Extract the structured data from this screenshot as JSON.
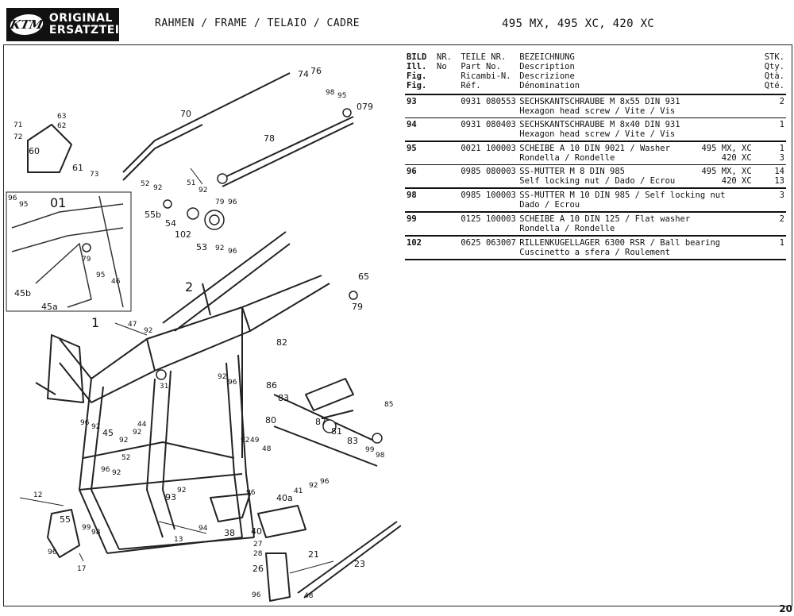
{
  "header": {
    "logo_mark": "KTM",
    "logo_text_1": "ORIGINAL",
    "logo_text_2": "ERSATZTEILE",
    "title": "RAHMEN / FRAME / TELAIO / CADRE",
    "models": "495 MX, 495 XC, 420 XC"
  },
  "page_number": "20",
  "table": {
    "headers": {
      "fig": [
        "BILD",
        "Ill.",
        "Fig.",
        "Fig."
      ],
      "nr": [
        "NR.",
        "No",
        "",
        ""
      ],
      "part": [
        "TEILE NR.",
        "Part No.",
        "Ricambi-N.",
        "Réf."
      ],
      "desc": [
        "BEZEICHNUNG",
        "Description",
        "Descrizione",
        "Dénomination"
      ],
      "qty": [
        "STK.",
        "Qty.",
        "Qtà.",
        "Qté."
      ]
    },
    "rows": [
      {
        "fig": "93",
        "part": "0931 080553",
        "desc": [
          "SECHSKANTSCHRAUBE M 8x55 DIN 931",
          "Hexagon head screw / Vite / Vis"
        ],
        "variant": [
          "",
          ""
        ],
        "qty": [
          "2",
          ""
        ]
      },
      {
        "fig": "94",
        "part": "0931 080403",
        "desc": [
          "SECHSKANTSCHRAUBE M 8x40 DIN 931",
          "Hexagon head screw / Vite / Vis"
        ],
        "variant": [
          "",
          ""
        ],
        "qty": [
          "1",
          ""
        ]
      },
      {
        "fig": "95",
        "part": "0021 100003",
        "desc": [
          "SCHEIBE A 10 DIN 9021 / Washer",
          "Rondella / Rondelle"
        ],
        "variant": [
          "495 MX, XC",
          "420 XC"
        ],
        "qty": [
          "1",
          "3"
        ]
      },
      {
        "fig": "96",
        "part": "0985 080003",
        "desc": [
          "SS-MUTTER M 8 DIN 985",
          "Self locking nut / Dado / Ecrou"
        ],
        "variant": [
          "495 MX, XC",
          "420 XC"
        ],
        "qty": [
          "14",
          "13"
        ]
      },
      {
        "fig": "98",
        "part": "0985 100003",
        "desc": [
          "SS-MUTTER M 10 DIN 985 / Self locking nut",
          "Dado / Ecrou"
        ],
        "variant": [
          "",
          ""
        ],
        "qty": [
          "3",
          ""
        ]
      },
      {
        "fig": "99",
        "part": "0125 100003",
        "desc": [
          "SCHEIBE A 10 DIN 125 / Flat washer",
          "Rondella / Rondelle"
        ],
        "variant": [
          "",
          ""
        ],
        "qty": [
          "2",
          ""
        ]
      },
      {
        "fig": "102",
        "part": "0625 063007",
        "desc": [
          "RILLENKUGELLAGER 6300 RSR / Ball bearing",
          "Cuscinetto a sfera / Roulement"
        ],
        "variant": [
          "",
          ""
        ],
        "qty": [
          "1",
          ""
        ]
      }
    ]
  },
  "diagram": {
    "labels": [
      "1",
      "2",
      "01",
      "12",
      "13",
      "17",
      "21",
      "23",
      "26",
      "27",
      "28",
      "31",
      "38",
      "40",
      "40a",
      "41",
      "44",
      "45",
      "45a",
      "45b",
      "46",
      "47",
      "48",
      "49",
      "51",
      "52",
      "53",
      "54",
      "55",
      "55b",
      "60",
      "61",
      "62",
      "63",
      "65",
      "70",
      "71",
      "72",
      "73",
      "74",
      "76",
      "78",
      "79",
      "80",
      "81",
      "82",
      "83",
      "85",
      "86",
      "87",
      "92",
      "93",
      "94",
      "95",
      "96",
      "98",
      "99",
      "102",
      "079"
    ]
  }
}
